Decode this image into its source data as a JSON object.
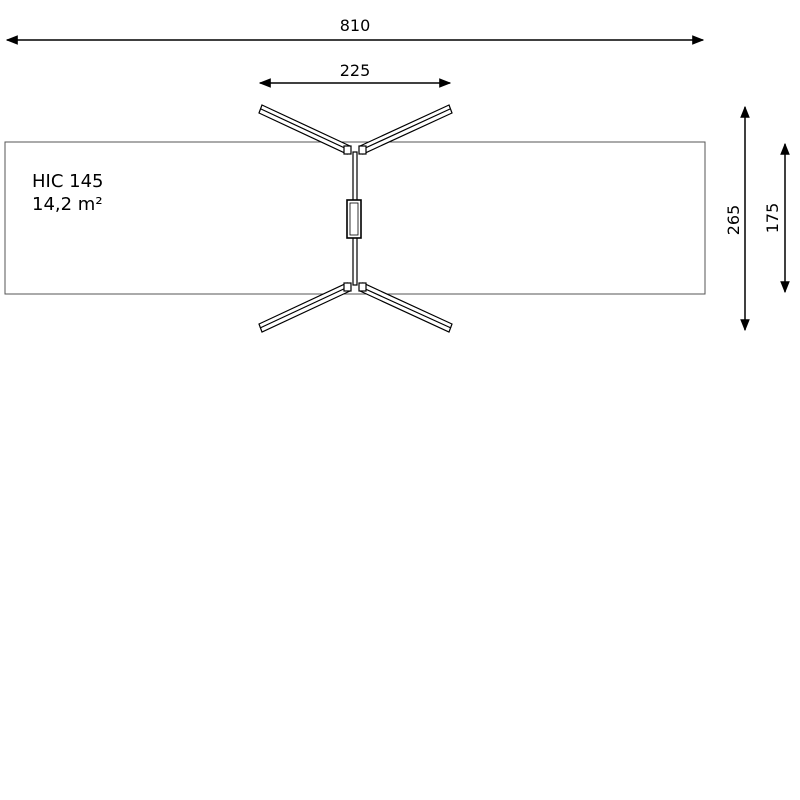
{
  "title": "HIC 145",
  "area": "14,2 m²",
  "dimensions": {
    "total_width": "810",
    "equipment_width": "225",
    "total_height": "265",
    "zone_height": "175"
  },
  "colors": {
    "line": "#000000",
    "zone": "#555555",
    "background": "#ffffff"
  }
}
